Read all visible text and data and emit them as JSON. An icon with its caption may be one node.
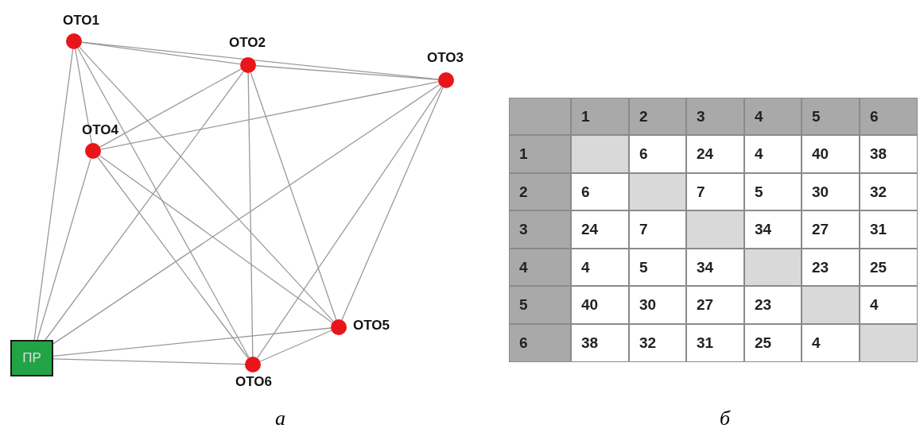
{
  "diagram": {
    "nodes": [
      {
        "text": [
          "ОТО1"
        ]
      },
      {
        "text": [
          "ОТО2"
        ]
      },
      {
        "text": [
          "ОТО3"
        ]
      },
      {
        "text": [
          "ОТО4"
        ]
      },
      {
        "text": [
          "ОТО5"
        ]
      },
      {
        "text": [
          "ОТО6"
        ]
      },
      {
        "text": [
          "ПР"
        ]
      }
    ],
    "edges": [
      {
        "from": 0,
        "to": 1,
        "arrow": "none"
      },
      {
        "from": 0,
        "to": 2,
        "arrow": "none"
      },
      {
        "from": 0,
        "to": 3,
        "arrow": "none"
      },
      {
        "from": 0,
        "to": 4,
        "arrow": "none"
      },
      {
        "from": 0,
        "to": 5,
        "arrow": "none"
      },
      {
        "from": 0,
        "to": 6,
        "arrow": "none"
      },
      {
        "from": 1,
        "to": 2,
        "arrow": "none"
      },
      {
        "from": 1,
        "to": 3,
        "arrow": "none"
      },
      {
        "from": 1,
        "to": 4,
        "arrow": "none"
      },
      {
        "from": 1,
        "to": 5,
        "arrow": "none"
      },
      {
        "from": 1,
        "to": 6,
        "arrow": "none"
      },
      {
        "from": 2,
        "to": 3,
        "arrow": "none"
      },
      {
        "from": 2,
        "to": 4,
        "arrow": "none"
      },
      {
        "from": 2,
        "to": 5,
        "arrow": "none"
      },
      {
        "from": 2,
        "to": 6,
        "arrow": "none"
      },
      {
        "from": 3,
        "to": 4,
        "arrow": "none"
      },
      {
        "from": 3,
        "to": 5,
        "arrow": "none"
      },
      {
        "from": 3,
        "to": 6,
        "arrow": "none"
      },
      {
        "from": 4,
        "to": 5,
        "arrow": "none"
      },
      {
        "from": 4,
        "to": 6,
        "arrow": "none"
      },
      {
        "from": 5,
        "to": 6,
        "arrow": "none"
      }
    ],
    "labels": [
      "1",
      "2",
      "3",
      "4",
      "5",
      "6",
      "1",
      "6",
      "24",
      "4",
      "40",
      "38",
      "2",
      "6",
      "7",
      "5",
      "30",
      "32",
      "3",
      "24",
      "7",
      "34",
      "27",
      "31",
      "4",
      "4",
      "5",
      "34",
      "23",
      "25",
      "5",
      "40",
      "30",
      "27",
      "23",
      "4",
      "6",
      "38",
      "32",
      "31",
      "25",
      "4",
      "а",
      "б"
    ]
  }
}
